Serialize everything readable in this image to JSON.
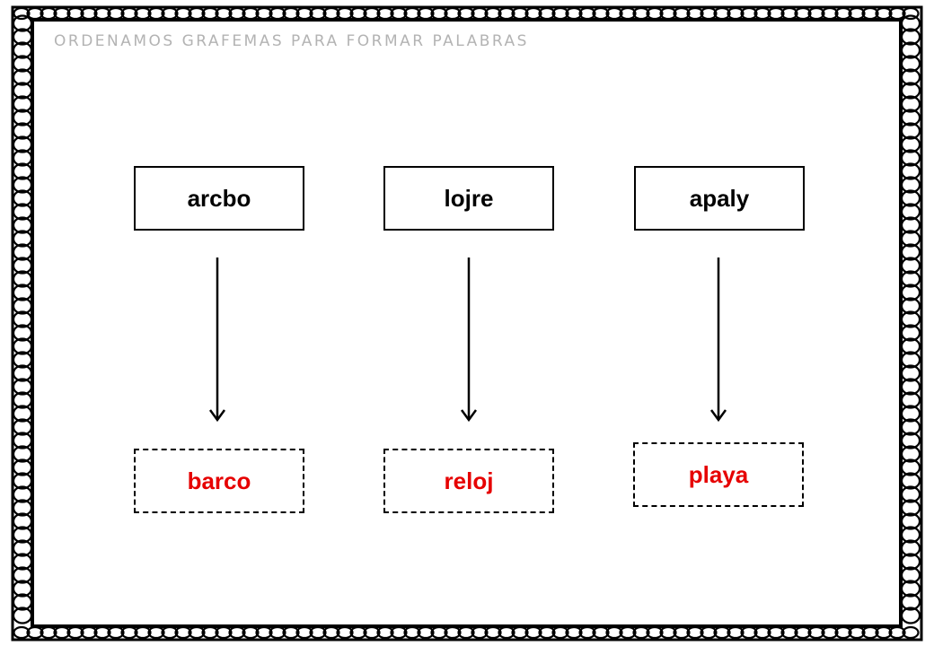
{
  "title": "ORDENAMOS GRAFEMAS PARA FORMAR PALABRAS",
  "colors": {
    "answer": "#e60000",
    "title": "#b3b3b3",
    "border": "#000000"
  },
  "items": [
    {
      "scrambled": "arcbo",
      "answer": "barco"
    },
    {
      "scrambled": "lojre",
      "answer": "reloj"
    },
    {
      "scrambled": "apaly",
      "answer": "playa"
    }
  ]
}
